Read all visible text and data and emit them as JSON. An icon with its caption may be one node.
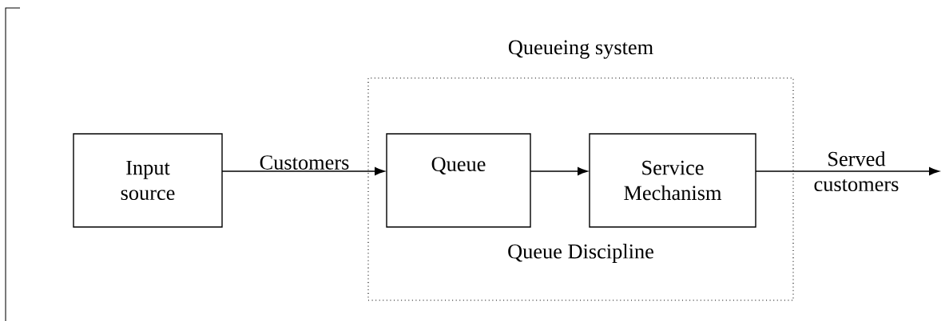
{
  "diagram": {
    "nodes": [
      {
        "text": [
          "Queueing system",
          "Queue Discipline"
        ]
      },
      {
        "text": [
          "Input source"
        ]
      },
      {
        "text": [
          "Queue"
        ],
        "in": 0
      },
      {
        "text": [
          "Service Mechanism"
        ],
        "in": 0
      }
    ],
    "edges": [
      {
        "from": 1,
        "to": 2,
        "arrow": "to",
        "label": "Customers"
      },
      {
        "from": 2,
        "to": 3,
        "arrow": "to"
      },
      {
        "from": 3,
        "to": null,
        "arrow": "to",
        "label": "Served customers"
      }
    ]
  }
}
